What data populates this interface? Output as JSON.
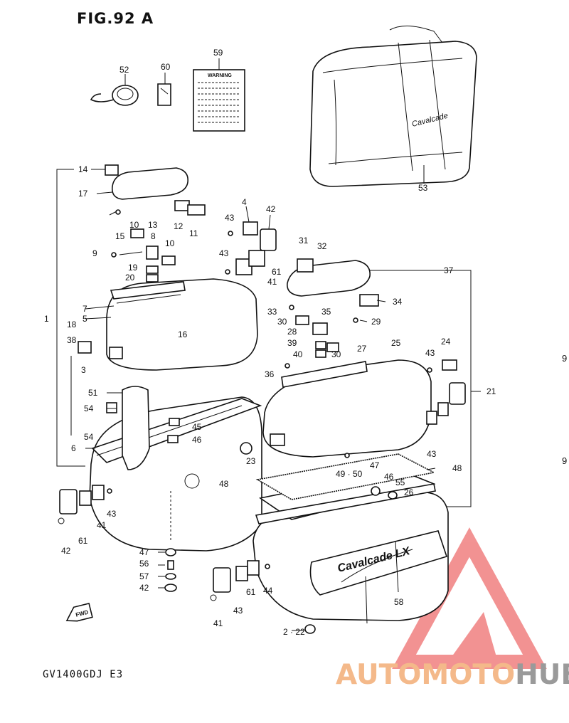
{
  "figure": {
    "title": "FIG.92 A",
    "model_code": "GV1400GDJ E3"
  },
  "watermark": {
    "brand_part1": "AUTOMOTO",
    "brand_part2": "HUB",
    "color_main": "#f08080",
    "color_light": "#f4b98a",
    "color_gray": "#9a9a9a"
  },
  "warning_label": {
    "heading": "WARNING"
  },
  "bag_script": "Cavalcade",
  "lid_script": "Cavalcade LX",
  "fwd_label": "FWD",
  "edge_fragments": [
    "9",
    "9"
  ],
  "callouts": [
    "14",
    "17",
    "15",
    "13",
    "12",
    "11",
    "10",
    "8",
    "9",
    "19",
    "20",
    "10",
    "52",
    "60",
    "59",
    "53",
    "4",
    "42",
    "43",
    "43",
    "61",
    "41",
    "31",
    "32",
    "37",
    "33",
    "30",
    "28",
    "35",
    "34",
    "29",
    "39",
    "40",
    "30",
    "1",
    "7",
    "5",
    "16",
    "18",
    "38",
    "3",
    "36",
    "27",
    "25",
    "24",
    "43",
    "21",
    "51",
    "54",
    "45",
    "46",
    "54",
    "6",
    "23",
    "42",
    "41",
    "61",
    "43",
    "43",
    "49 · 50",
    "48",
    "47",
    "46",
    "55",
    "26",
    "48",
    "47",
    "56",
    "57",
    "42",
    "41",
    "61",
    "43",
    "44",
    "58",
    "2 · 22"
  ]
}
